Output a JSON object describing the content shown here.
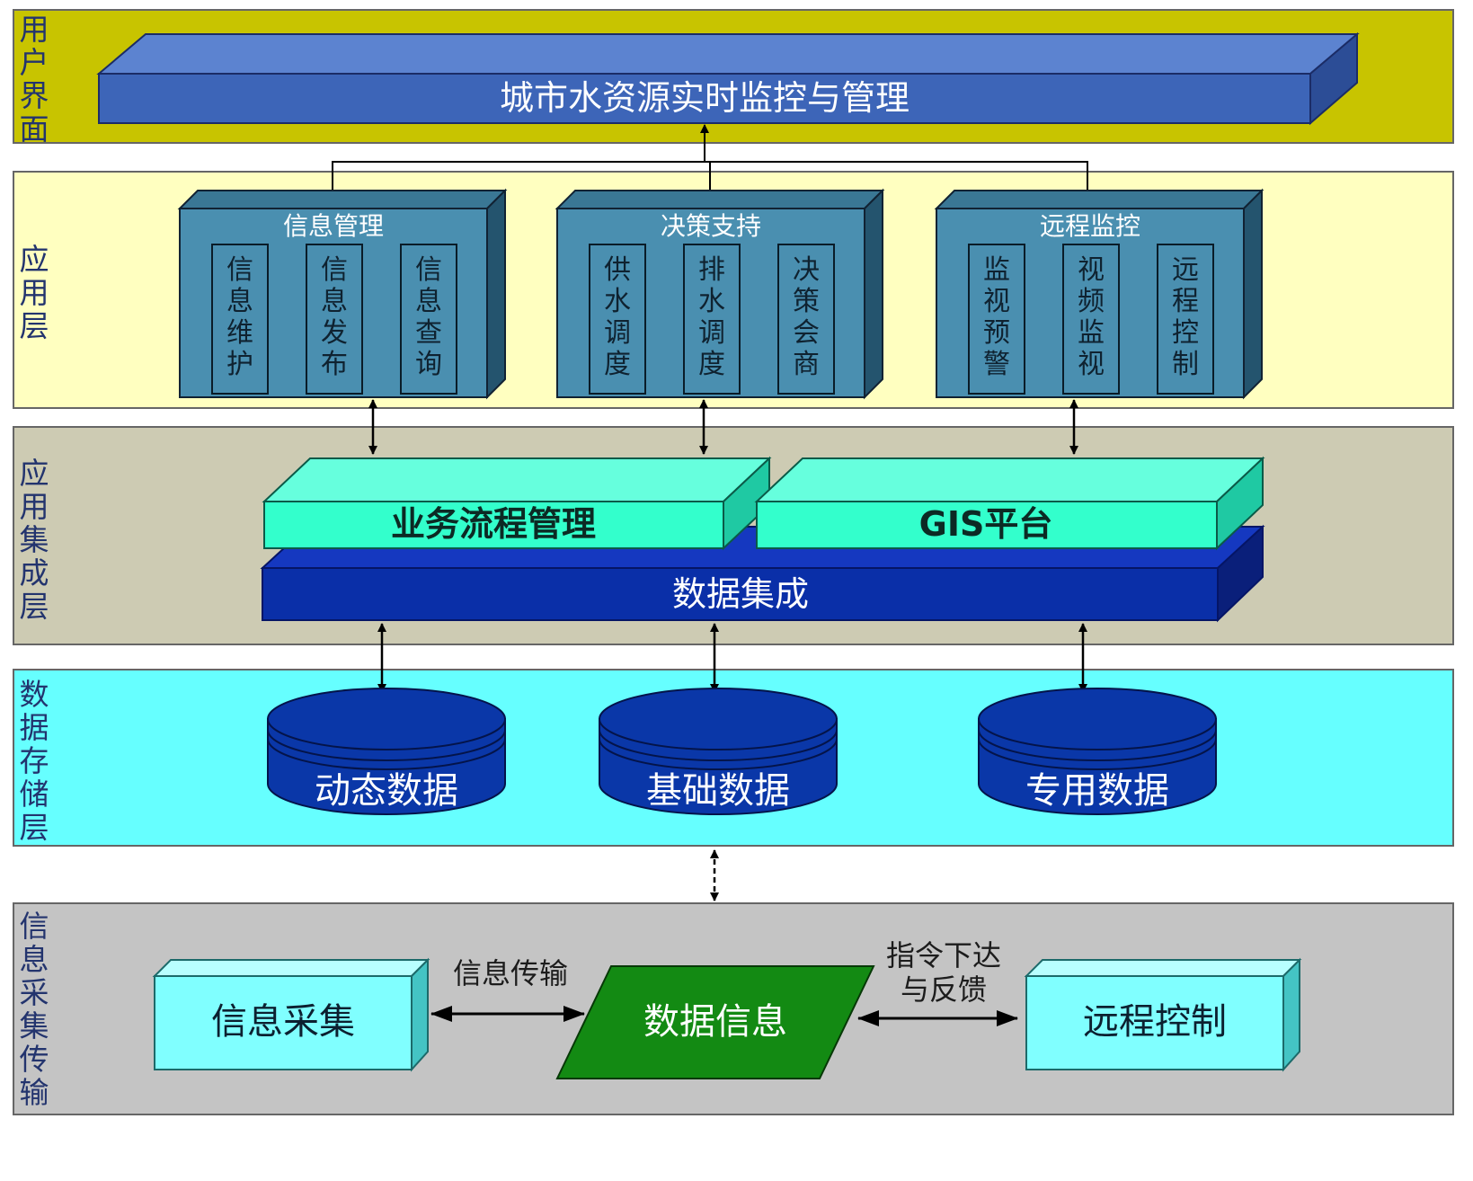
{
  "layers": {
    "ui": {
      "label": "用户界面",
      "color": "#c8c400"
    },
    "app": {
      "label": "应用层",
      "color": "#ffffc0"
    },
    "integration": {
      "label": "应用集成层",
      "color": "#cdcbb3"
    },
    "storage": {
      "label": "数据存储层",
      "color": "#66ffff"
    },
    "collection": {
      "label": "信息采集传输",
      "color": "#c4c4c4"
    }
  },
  "top_bar": {
    "label": "城市水资源实时监控与管理",
    "color": "#3d65b8"
  },
  "modules": [
    {
      "title": "信息管理",
      "items": [
        "信息维护",
        "信息发布",
        "信息查询"
      ]
    },
    {
      "title": "决策支持",
      "items": [
        "供水调度",
        "排水调度",
        "决策会商"
      ]
    },
    {
      "title": "远程监控",
      "items": [
        "监视预警",
        "视频监视",
        "远程控制"
      ]
    }
  ],
  "integration": {
    "bpm": "业务流程管理",
    "gis": "GIS平台",
    "data_integration": "数据集成"
  },
  "databases": [
    "动态数据",
    "基础数据",
    "专用数据"
  ],
  "collection": {
    "info_collect": "信息采集",
    "data_info": "数据信息",
    "remote_control": "远程控制",
    "info_transfer": "信息传输",
    "command_line1": "指令下达",
    "command_line2": "与反馈"
  },
  "colors": {
    "module_fill": "#4a8fb0",
    "cyan_box": "#33ffcc",
    "deep_blue": "#0a2fa8",
    "db_fill": "#0a37a8",
    "green": "#138a13",
    "light_cyan": "#80ffff"
  }
}
